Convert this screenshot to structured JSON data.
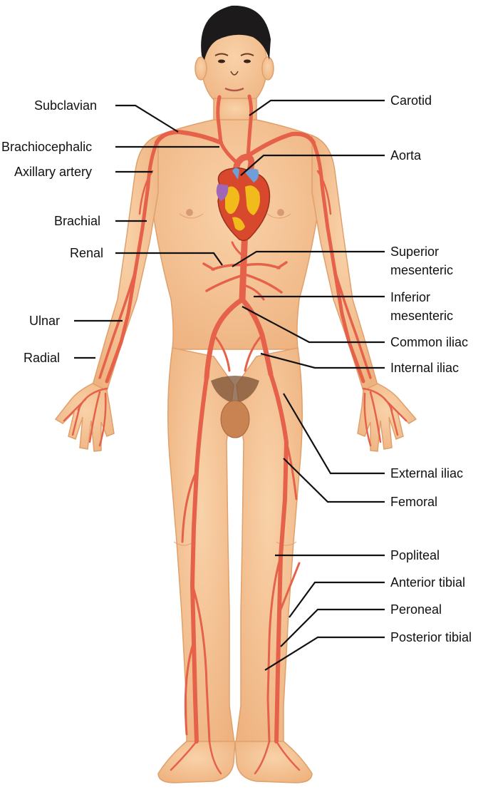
{
  "colors": {
    "skin": "#f6c79a",
    "skin_shadow": "#e7a574",
    "artery": "#e6614a",
    "artery_dark": "#c4442f",
    "heart_red": "#d8482c",
    "heart_yellow": "#f2c21a",
    "heart_purple": "#a067b8",
    "heart_blue": "#6f9fd6",
    "hair": "#1c1a1a",
    "leader": "#111111"
  },
  "labels": {
    "left": [
      {
        "id": "subclavian",
        "text": "Subclavian"
      },
      {
        "id": "brachiocephalic",
        "text": "Brachiocephalic"
      },
      {
        "id": "axillary",
        "text": "Axillary artery"
      },
      {
        "id": "brachial",
        "text": "Brachial"
      },
      {
        "id": "renal",
        "text": "Renal"
      },
      {
        "id": "ulnar",
        "text": "Ulnar"
      },
      {
        "id": "radial",
        "text": "Radial"
      }
    ],
    "right": [
      {
        "id": "carotid",
        "text": "Carotid"
      },
      {
        "id": "aorta",
        "text": "Aorta"
      },
      {
        "id": "superior-mesenteric",
        "lines": [
          "Superior",
          "mesenteric"
        ]
      },
      {
        "id": "inferior-mesenteric",
        "lines": [
          "Inferior",
          "mesenteric"
        ]
      },
      {
        "id": "common-iliac",
        "text": "Common iliac"
      },
      {
        "id": "internal-iliac",
        "text": "Internal iliac"
      },
      {
        "id": "external-iliac",
        "text": "External iliac"
      },
      {
        "id": "femoral",
        "text": "Femoral"
      },
      {
        "id": "popliteal",
        "text": "Popliteal"
      },
      {
        "id": "anterior-tibial",
        "text": "Anterior tibial"
      },
      {
        "id": "peroneal",
        "text": "Peroneal"
      },
      {
        "id": "posterior-tibial",
        "text": "Posterior tibial"
      }
    ]
  }
}
